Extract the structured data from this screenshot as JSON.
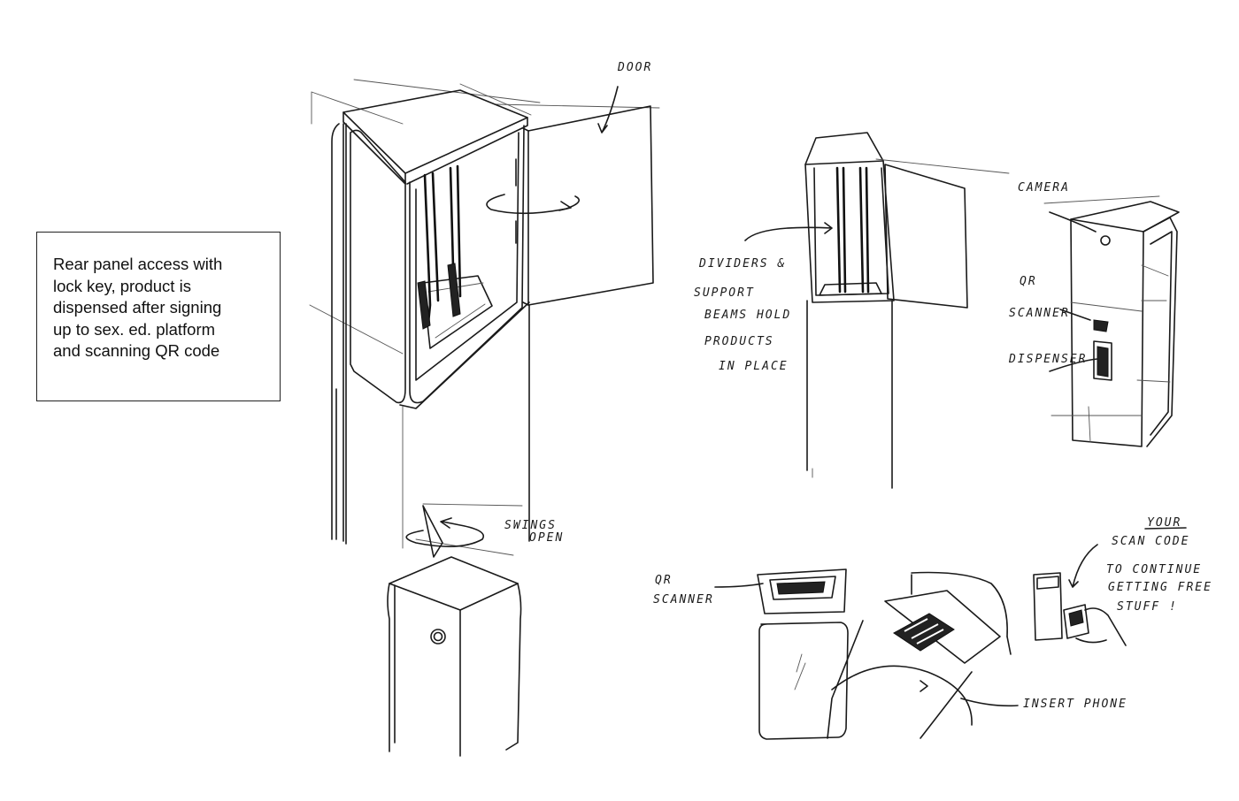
{
  "note": {
    "lines": [
      "Rear panel access with",
      "lock key, product is",
      "dispensed after signing",
      "up to sex. ed. platform",
      "and scanning QR code"
    ]
  },
  "annotations": {
    "door": "DOOR",
    "dividers": [
      "DIVIDERS &",
      "SUPPORT",
      "BEAMS HOLD",
      "PRODUCTS",
      "IN PLACE"
    ],
    "camera": "CAMERA",
    "qr_scanner_right": [
      "QR",
      "SCANNER"
    ],
    "dispenser": "DISPENSER",
    "swings_open": [
      "SWINGS",
      "OPEN"
    ],
    "qr_scanner_bottom": [
      "QR",
      "SCANNER"
    ],
    "your_scan_code": [
      "YOUR",
      "SCAN CODE"
    ],
    "continue": [
      "TO CONTINUE",
      "GETTING FREE",
      "STUFF !"
    ],
    "insert_phone": "INSERT PHONE"
  }
}
